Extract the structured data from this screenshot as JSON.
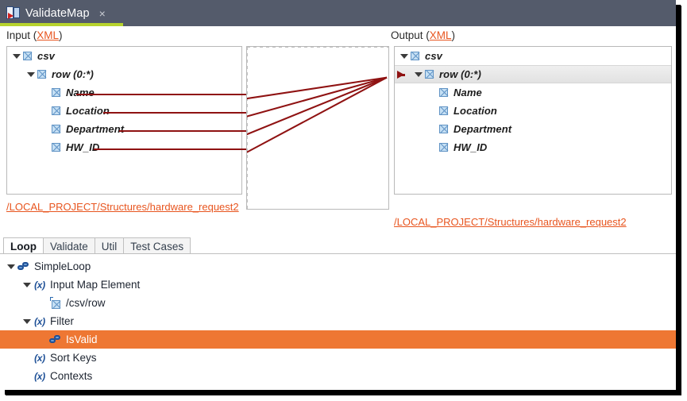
{
  "window": {
    "tab": {
      "title": "ValidateMap",
      "close_label": "×",
      "icon": "map-document-icon",
      "accent_color": "#b7d32d"
    },
    "titlebar_color": "#545b6b"
  },
  "input_section": {
    "header_text": "Input (",
    "header_link": "XML",
    "header_suffix": ")",
    "path": "/LOCAL_PROJECT/Structures/hardware_request2",
    "tree": [
      {
        "label": "csv",
        "depth": 0,
        "twisty": "open",
        "icon": "element-x-box-icon"
      },
      {
        "label": "row (0:*)",
        "depth": 1,
        "twisty": "open",
        "icon": "element-x-box-icon"
      },
      {
        "label": "Name",
        "depth": 2,
        "twisty": "none",
        "icon": "element-x-box-icon"
      },
      {
        "label": "Location",
        "depth": 2,
        "twisty": "none",
        "icon": "element-x-box-icon"
      },
      {
        "label": "Department",
        "depth": 2,
        "twisty": "none",
        "icon": "element-x-box-icon"
      },
      {
        "label": "HW_ID",
        "depth": 2,
        "twisty": "none",
        "icon": "element-x-box-icon"
      }
    ]
  },
  "output_section": {
    "header_text": "Output (",
    "header_link": "XML",
    "header_suffix": ")",
    "path": "/LOCAL_PROJECT/Structures/hardware_request2",
    "tree": [
      {
        "label": "csv",
        "depth": 0,
        "twisty": "open",
        "icon": "element-x-box-icon",
        "selected": false,
        "marker": false
      },
      {
        "label": "row (0:*)",
        "depth": 1,
        "twisty": "open",
        "icon": "element-x-box-icon",
        "selected": true,
        "marker": true
      },
      {
        "label": "Name",
        "depth": 2,
        "twisty": "none",
        "icon": "element-x-box-icon",
        "selected": false,
        "marker": false
      },
      {
        "label": "Location",
        "depth": 2,
        "twisty": "none",
        "icon": "element-x-box-icon",
        "selected": false,
        "marker": false
      },
      {
        "label": "Department",
        "depth": 2,
        "twisty": "none",
        "icon": "element-x-box-icon",
        "selected": false,
        "marker": false
      },
      {
        "label": "HW_ID",
        "depth": 2,
        "twisty": "none",
        "icon": "element-x-box-icon",
        "selected": false,
        "marker": false
      }
    ]
  },
  "mapping_canvas": {
    "line_color": "#8f1212",
    "grid_color": "#c4c4c4",
    "connections": [
      {
        "from": "Name",
        "to": "row (0:*)"
      },
      {
        "from": "Location",
        "to": "row (0:*)"
      },
      {
        "from": "Department",
        "to": "row (0:*)"
      },
      {
        "from": "HW_ID",
        "to": "row (0:*)"
      }
    ]
  },
  "bottom_tabs": {
    "items": [
      {
        "label": "Loop",
        "active": true
      },
      {
        "label": "Validate",
        "active": false
      },
      {
        "label": "Util",
        "active": false
      },
      {
        "label": "Test Cases",
        "active": false
      }
    ]
  },
  "loop_tree": {
    "selection_color": "#ee7733",
    "items": [
      {
        "label": "SimpleLoop",
        "depth": 0,
        "twisty": "open",
        "icon": "chain-link-icon",
        "selected": false
      },
      {
        "label": "Input Map Element",
        "depth": 1,
        "twisty": "open",
        "icon": "paren-x-icon",
        "selected": false
      },
      {
        "label": "/csv/row",
        "depth": 2,
        "twisty": "none",
        "icon": "map-element-icon",
        "selected": false
      },
      {
        "label": "Filter",
        "depth": 1,
        "twisty": "open",
        "icon": "paren-x-icon",
        "selected": false
      },
      {
        "label": "IsValid",
        "depth": 2,
        "twisty": "none",
        "icon": "chain-link-icon",
        "selected": true
      },
      {
        "label": "Sort Keys",
        "depth": 1,
        "twisty": "none",
        "icon": "paren-x-icon",
        "selected": false
      },
      {
        "label": "Contexts",
        "depth": 1,
        "twisty": "none",
        "icon": "paren-x-icon",
        "selected": false
      }
    ],
    "paren_glyph": "(x)"
  }
}
